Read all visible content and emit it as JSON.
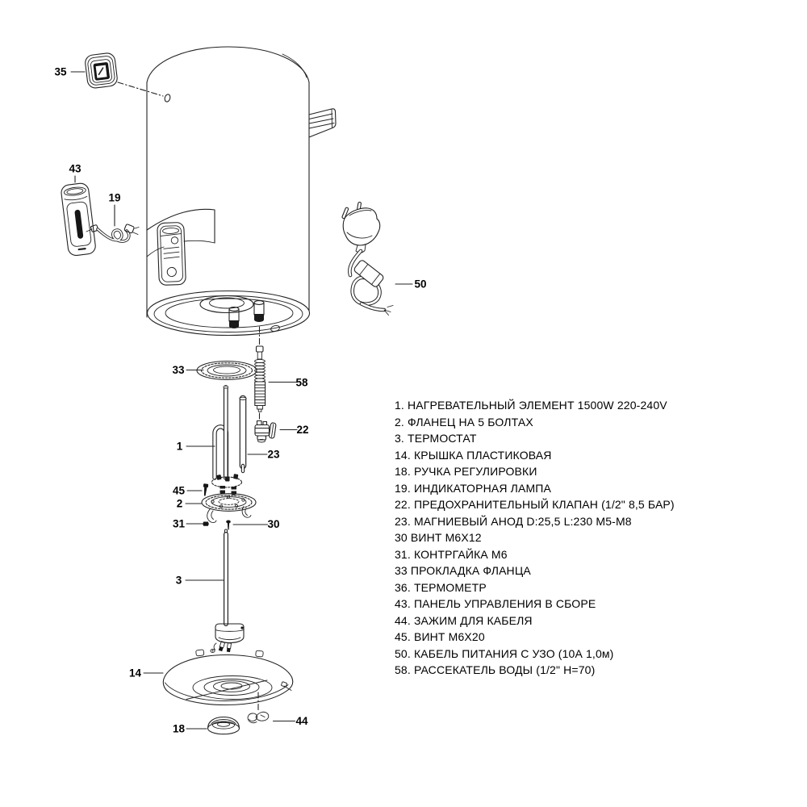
{
  "colors": {
    "background": "#ffffff",
    "line": "#222222",
    "text": "#000000"
  },
  "diagram": {
    "labels": [
      "35",
      "43",
      "19",
      "50",
      "33",
      "58",
      "22",
      "1",
      "23",
      "45",
      "2",
      "31",
      "30",
      "3",
      "14",
      "44",
      "18"
    ]
  },
  "parts_list": {
    "items": [
      "1. НАГРЕВАТЕЛЬНЫЙ ЭЛЕМЕНТ 1500W 220-240V",
      "2. ФЛАНЕЦ НА 5 БОЛТАХ",
      "3. ТЕРМОСТАТ",
      "14. КРЫШКА ПЛАСТИКОВАЯ",
      "18. РУЧКА РЕГУЛИРОВКИ",
      "19. ИНДИКАТОРНАЯ ЛАМПА",
      "22. ПРЕДОХРАНИТЕЛЬНЫЙ КЛАПАН (1/2\" 8,5 БАР)",
      "23. МАГНИЕВЫЙ АНОД D:25,5 L:230 M5-M8",
      "30 ВИНТ М6Х12",
      "31. КОНТРГАЙКА М6",
      "33 ПРОКЛАДКА ФЛАНЦА",
      "36. ТЕРМОМЕТР",
      "43. ПАНЕЛЬ УПРАВЛЕНИЯ В СБОРЕ",
      "44. ЗАЖИМ ДЛЯ КАБЕЛЯ",
      "45. ВИНТ М6Х20",
      "50. КАБЕЛЬ ПИТАНИЯ С УЗО (10А 1,0м)",
      "58. РАССЕКАТЕЛЬ ВОДЫ (1/2\" Н=70)"
    ]
  }
}
